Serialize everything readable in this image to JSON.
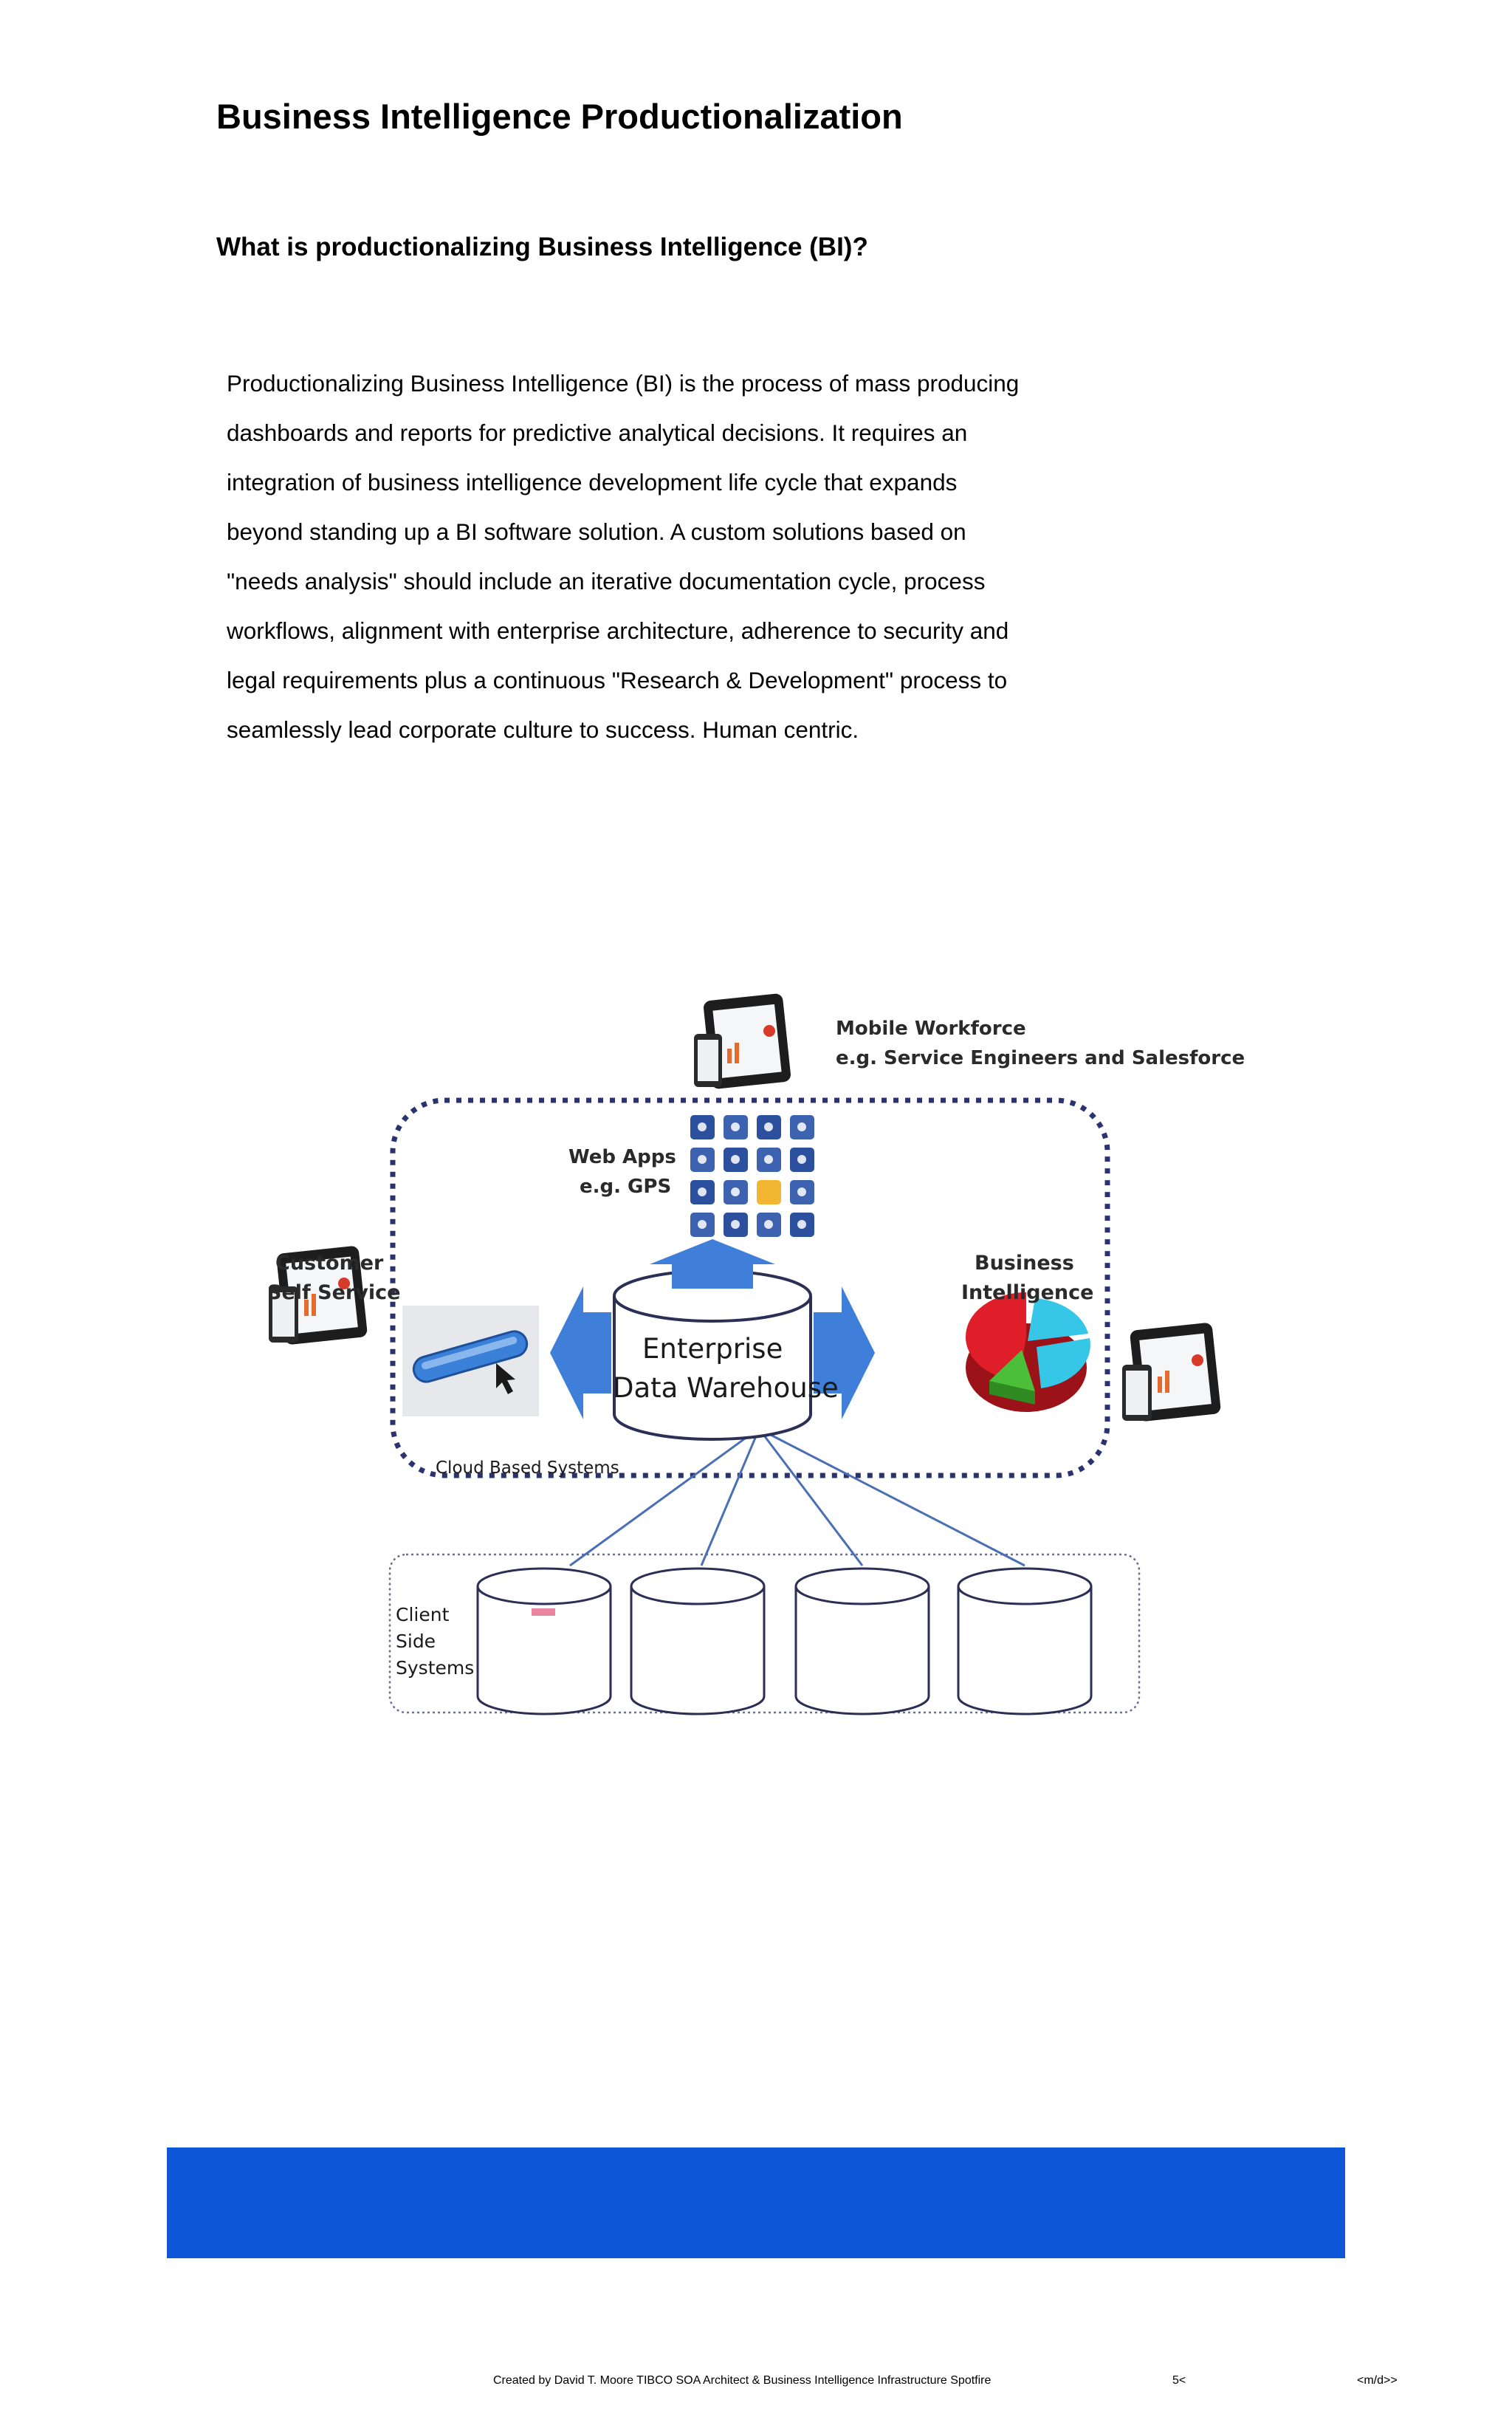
{
  "page": {
    "title": "Business Intelligence Productionalization",
    "subtitle": "What is productionalizing Business Intelligence (BI)?",
    "paragraph_lines": [
      "Productionalizing Business Intelligence (BI) is the process of mass producing",
      "dashboards and reports for predictive analytical decisions. It requires an",
      "integration of business intelligence development life cycle that expands",
      "beyond standing up a BI software solution. A custom solutions based on",
      "\"needs analysis\" should include an iterative documentation cycle, process",
      "workflows, alignment with enterprise architecture, adherence to security and",
      "legal requirements plus a continuous \"Research & Development\" process to",
      "seamlessly lead corporate culture to success.   Human centric."
    ]
  },
  "diagram": {
    "mobile_workforce": "Mobile Workforce",
    "mobile_workforce_eg": "e.g. Service Engineers and Salesforce",
    "web_apps": "Web Apps",
    "web_apps_eg": "e.g. GPS",
    "customer": "Customer",
    "self_service": "Self Service",
    "business": "Business",
    "intelligence": "Intelligence",
    "edw_line1": "Enterprise",
    "edw_line2": "Data Warehouse",
    "cloud_systems": "Cloud Based Systems",
    "client": "Client",
    "side": "Side",
    "systems": "Systems",
    "colors": {
      "arrow_blue": "#3f7fd9",
      "dash_navy": "#2a3370",
      "pie_red": "#e01e2a",
      "pie_cyan": "#35c6e8",
      "pie_green": "#4cbf3a"
    }
  },
  "footer": {
    "credit": "Created by David T. Moore TIBCO SOA Architect & Business Intelligence Infrastructure Spotfire",
    "page_num": "5<",
    "marker": "<m/d>>"
  },
  "banner_color": "#0f57d9"
}
